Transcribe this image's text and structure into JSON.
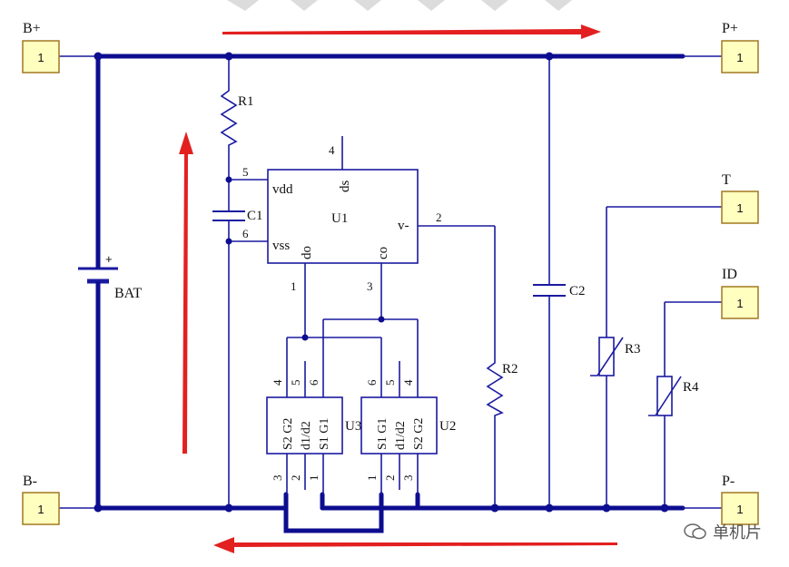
{
  "connectors": {
    "b_plus": {
      "label": "B+",
      "pin": "1"
    },
    "b_minus": {
      "label": "B-",
      "pin": "1"
    },
    "p_plus": {
      "label": "P+",
      "pin": "1"
    },
    "p_minus": {
      "label": "P-",
      "pin": "1"
    },
    "t": {
      "label": "T",
      "pin": "1"
    },
    "id": {
      "label": "ID",
      "pin": "1"
    }
  },
  "battery": {
    "label": "BAT",
    "polarity": "+"
  },
  "resistors": {
    "r1": "R1",
    "r2": "R2",
    "r3": "R3",
    "r4": "R4"
  },
  "capacitors": {
    "c1": "C1",
    "c2": "C2"
  },
  "u1": {
    "label": "U1",
    "pins": {
      "vdd": "vdd",
      "vss": "vss",
      "do": "do",
      "co": "co",
      "ds": "ds",
      "vminus": "v-"
    },
    "pin_numbers": {
      "vdd": "5",
      "vss": "6",
      "do": "1",
      "co": "3",
      "ds": "4",
      "vminus": "2"
    }
  },
  "u3": {
    "label": "U3",
    "top_pins": [
      "4",
      "5",
      "6"
    ],
    "rows": [
      "S2 G2",
      "d1/d2",
      "S1 G1"
    ],
    "bottom_pins": [
      "3",
      "2",
      "1"
    ]
  },
  "u2": {
    "label": "U2",
    "top_pins": [
      "6",
      "5",
      "4"
    ],
    "rows": [
      "S1 G1",
      "d1/d2",
      "S2 G2"
    ],
    "bottom_pins": [
      "1",
      "2",
      "3"
    ]
  },
  "watermark": {
    "text": "单机片"
  },
  "colors": {
    "wire": "#1a1aa0",
    "rail": "#0d0d90",
    "box": "#ffffc0",
    "box_border": "#a07820",
    "arrow": "#e32020",
    "component": "#1a1aa0"
  }
}
